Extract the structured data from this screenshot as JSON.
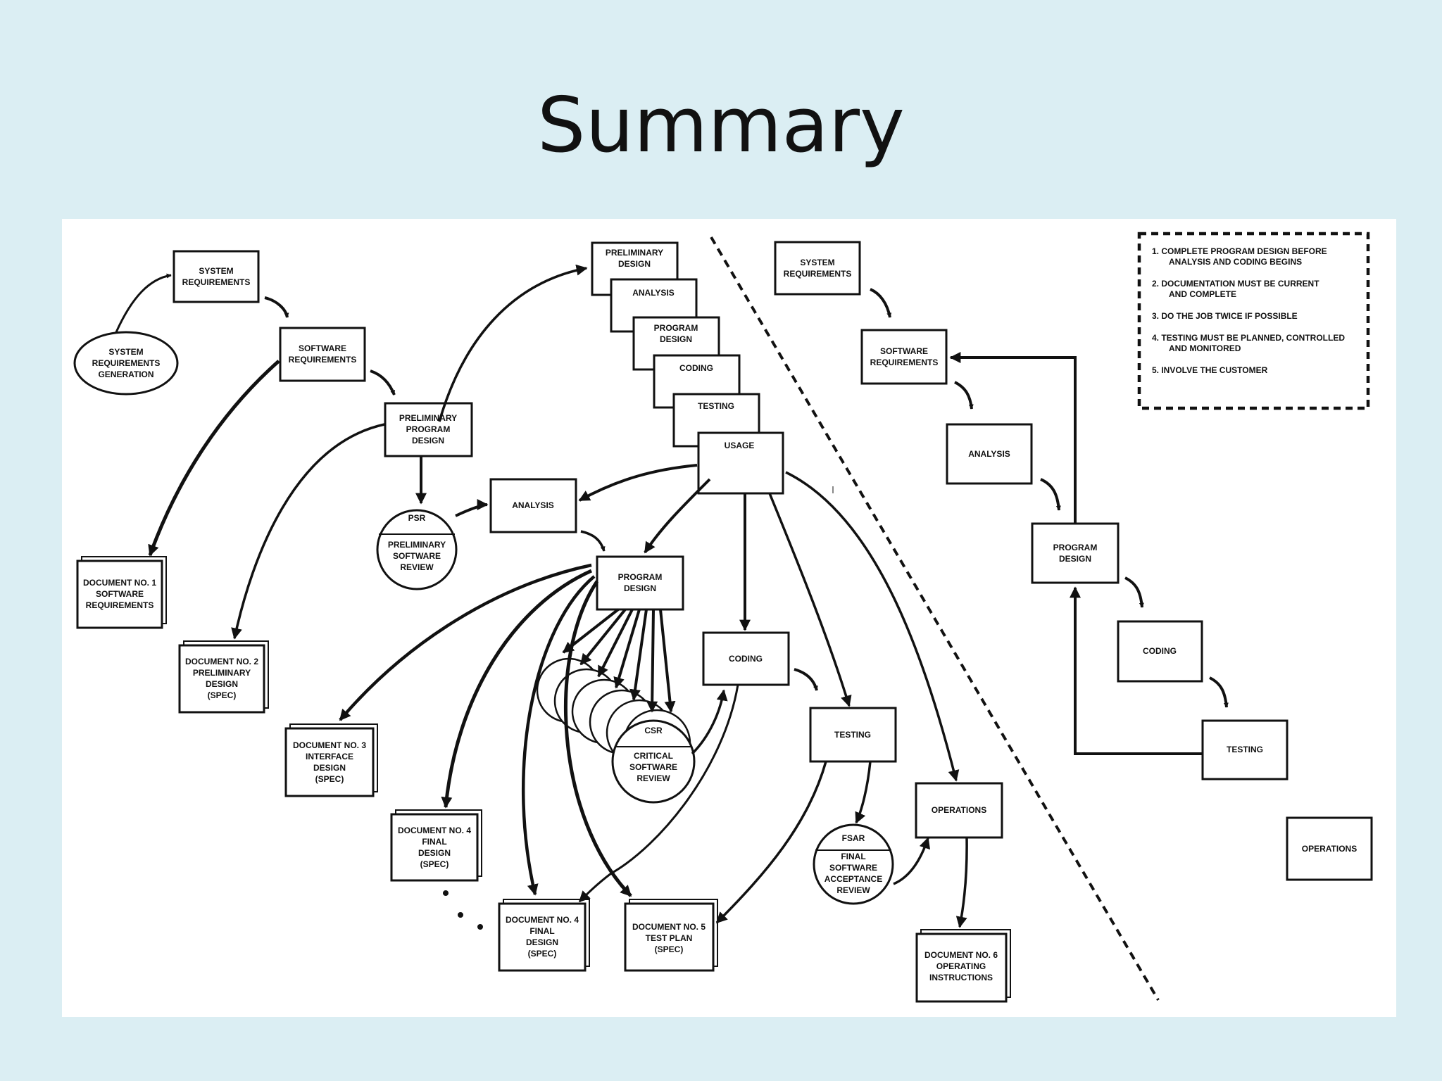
{
  "slide": {
    "title": "Summary",
    "background": "#dbeef3"
  },
  "colors": {
    "ink": "#111111",
    "panel": "#ffffff"
  },
  "nodes": {
    "l_sysreq": [
      "SYSTEM",
      "REQUIREMENTS"
    ],
    "l_syrgen": [
      "SYSTEM",
      "REQUIREMENTS",
      "GENERATION"
    ],
    "l_swreq": [
      "SOFTWARE",
      "REQUIREMENTS"
    ],
    "l_ppd": [
      "PRELIMINARY",
      "PROGRAM",
      "DESIGN"
    ],
    "l_psr": [
      "PRELIMINARY",
      "SOFTWARE",
      "REVIEW"
    ],
    "l_psr_tag": [
      "PSR"
    ],
    "l_analysis": [
      "ANALYSIS"
    ],
    "l_progdesign": [
      "PROGRAM",
      "DESIGN"
    ],
    "l_coding": [
      "CODING"
    ],
    "l_testing": [
      "TESTING"
    ],
    "l_operations": [
      "OPERATIONS"
    ],
    "l_csr_tag": [
      "CSR"
    ],
    "l_csr": [
      "CRITICAL",
      "SOFTWARE",
      "REVIEW"
    ],
    "l_fsar_tag": [
      "FSAR"
    ],
    "l_fsar": [
      "FINAL",
      "SOFTWARE",
      "ACCEPTANCE",
      "REVIEW"
    ],
    "stack_prelim": [
      "PRELIMINARY",
      "DESIGN"
    ],
    "stack_analysis": [
      "ANALYSIS"
    ],
    "stack_progdesign": [
      "PROGRAM",
      "DESIGN"
    ],
    "stack_coding": [
      "CODING"
    ],
    "stack_testing": [
      "TESTING"
    ],
    "stack_usage": [
      "USAGE"
    ],
    "r_sysreq": [
      "SYSTEM",
      "REQUIREMENTS"
    ],
    "r_swreq": [
      "SOFTWARE",
      "REQUIREMENTS"
    ],
    "r_analysis": [
      "ANALYSIS"
    ],
    "r_progdesign": [
      "PROGRAM",
      "DESIGN"
    ],
    "r_coding": [
      "CODING"
    ],
    "r_testing": [
      "TESTING"
    ],
    "r_operations": [
      "OPERATIONS"
    ]
  },
  "documents": {
    "doc1": [
      "DOCUMENT NO. 1",
      "SOFTWARE",
      "REQUIREMENTS"
    ],
    "doc2": [
      "DOCUMENT NO. 2",
      "PRELIMINARY",
      "DESIGN",
      "(SPEC)"
    ],
    "doc3": [
      "DOCUMENT NO. 3",
      "INTERFACE",
      "DESIGN",
      "(SPEC)"
    ],
    "doc4a": [
      "DOCUMENT NO. 4",
      "FINAL",
      "DESIGN",
      "(SPEC)"
    ],
    "doc4b": [
      "DOCUMENT NO. 4",
      "FINAL",
      "DESIGN",
      "(SPEC)"
    ],
    "doc5": [
      "DOCUMENT NO. 5",
      "TEST PLAN",
      "(SPEC)"
    ],
    "doc6": [
      "DOCUMENT NO. 6",
      "OPERATING",
      "INSTRUCTIONS"
    ]
  },
  "principles": [
    [
      "1.  COMPLETE PROGRAM DESIGN BEFORE",
      "ANALYSIS AND CODING BEGINS"
    ],
    [
      "2.  DOCUMENTATION MUST BE CURRENT",
      "AND COMPLETE"
    ],
    [
      "3.  DO THE JOB TWICE IF POSSIBLE"
    ],
    [
      "4.  TESTING MUST BE PLANNED, CONTROLLED",
      "AND MONITORED"
    ],
    [
      "5.  INVOLVE THE CUSTOMER"
    ]
  ]
}
